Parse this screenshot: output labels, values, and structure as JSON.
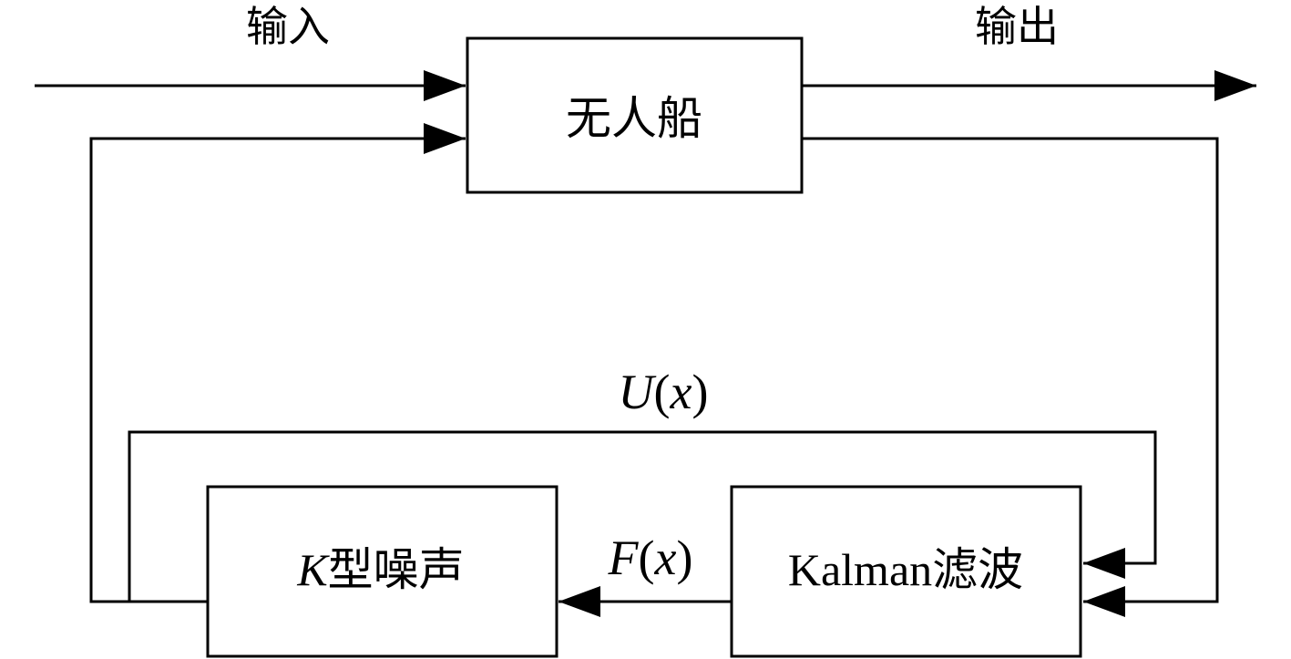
{
  "labels": {
    "input": "输入",
    "output": "输出",
    "ux_u": "U",
    "ux_open": "(",
    "ux_x": "x",
    "ux_close": ")",
    "fx_f": "F",
    "fx_open": "(",
    "fx_x": "x",
    "fx_close": ")"
  },
  "blocks": {
    "usv": "无人船",
    "k_noise_k": "K",
    "k_noise_rest": "型噪声",
    "kalman_latin": "Kalman",
    "kalman_cn": "滤波"
  }
}
